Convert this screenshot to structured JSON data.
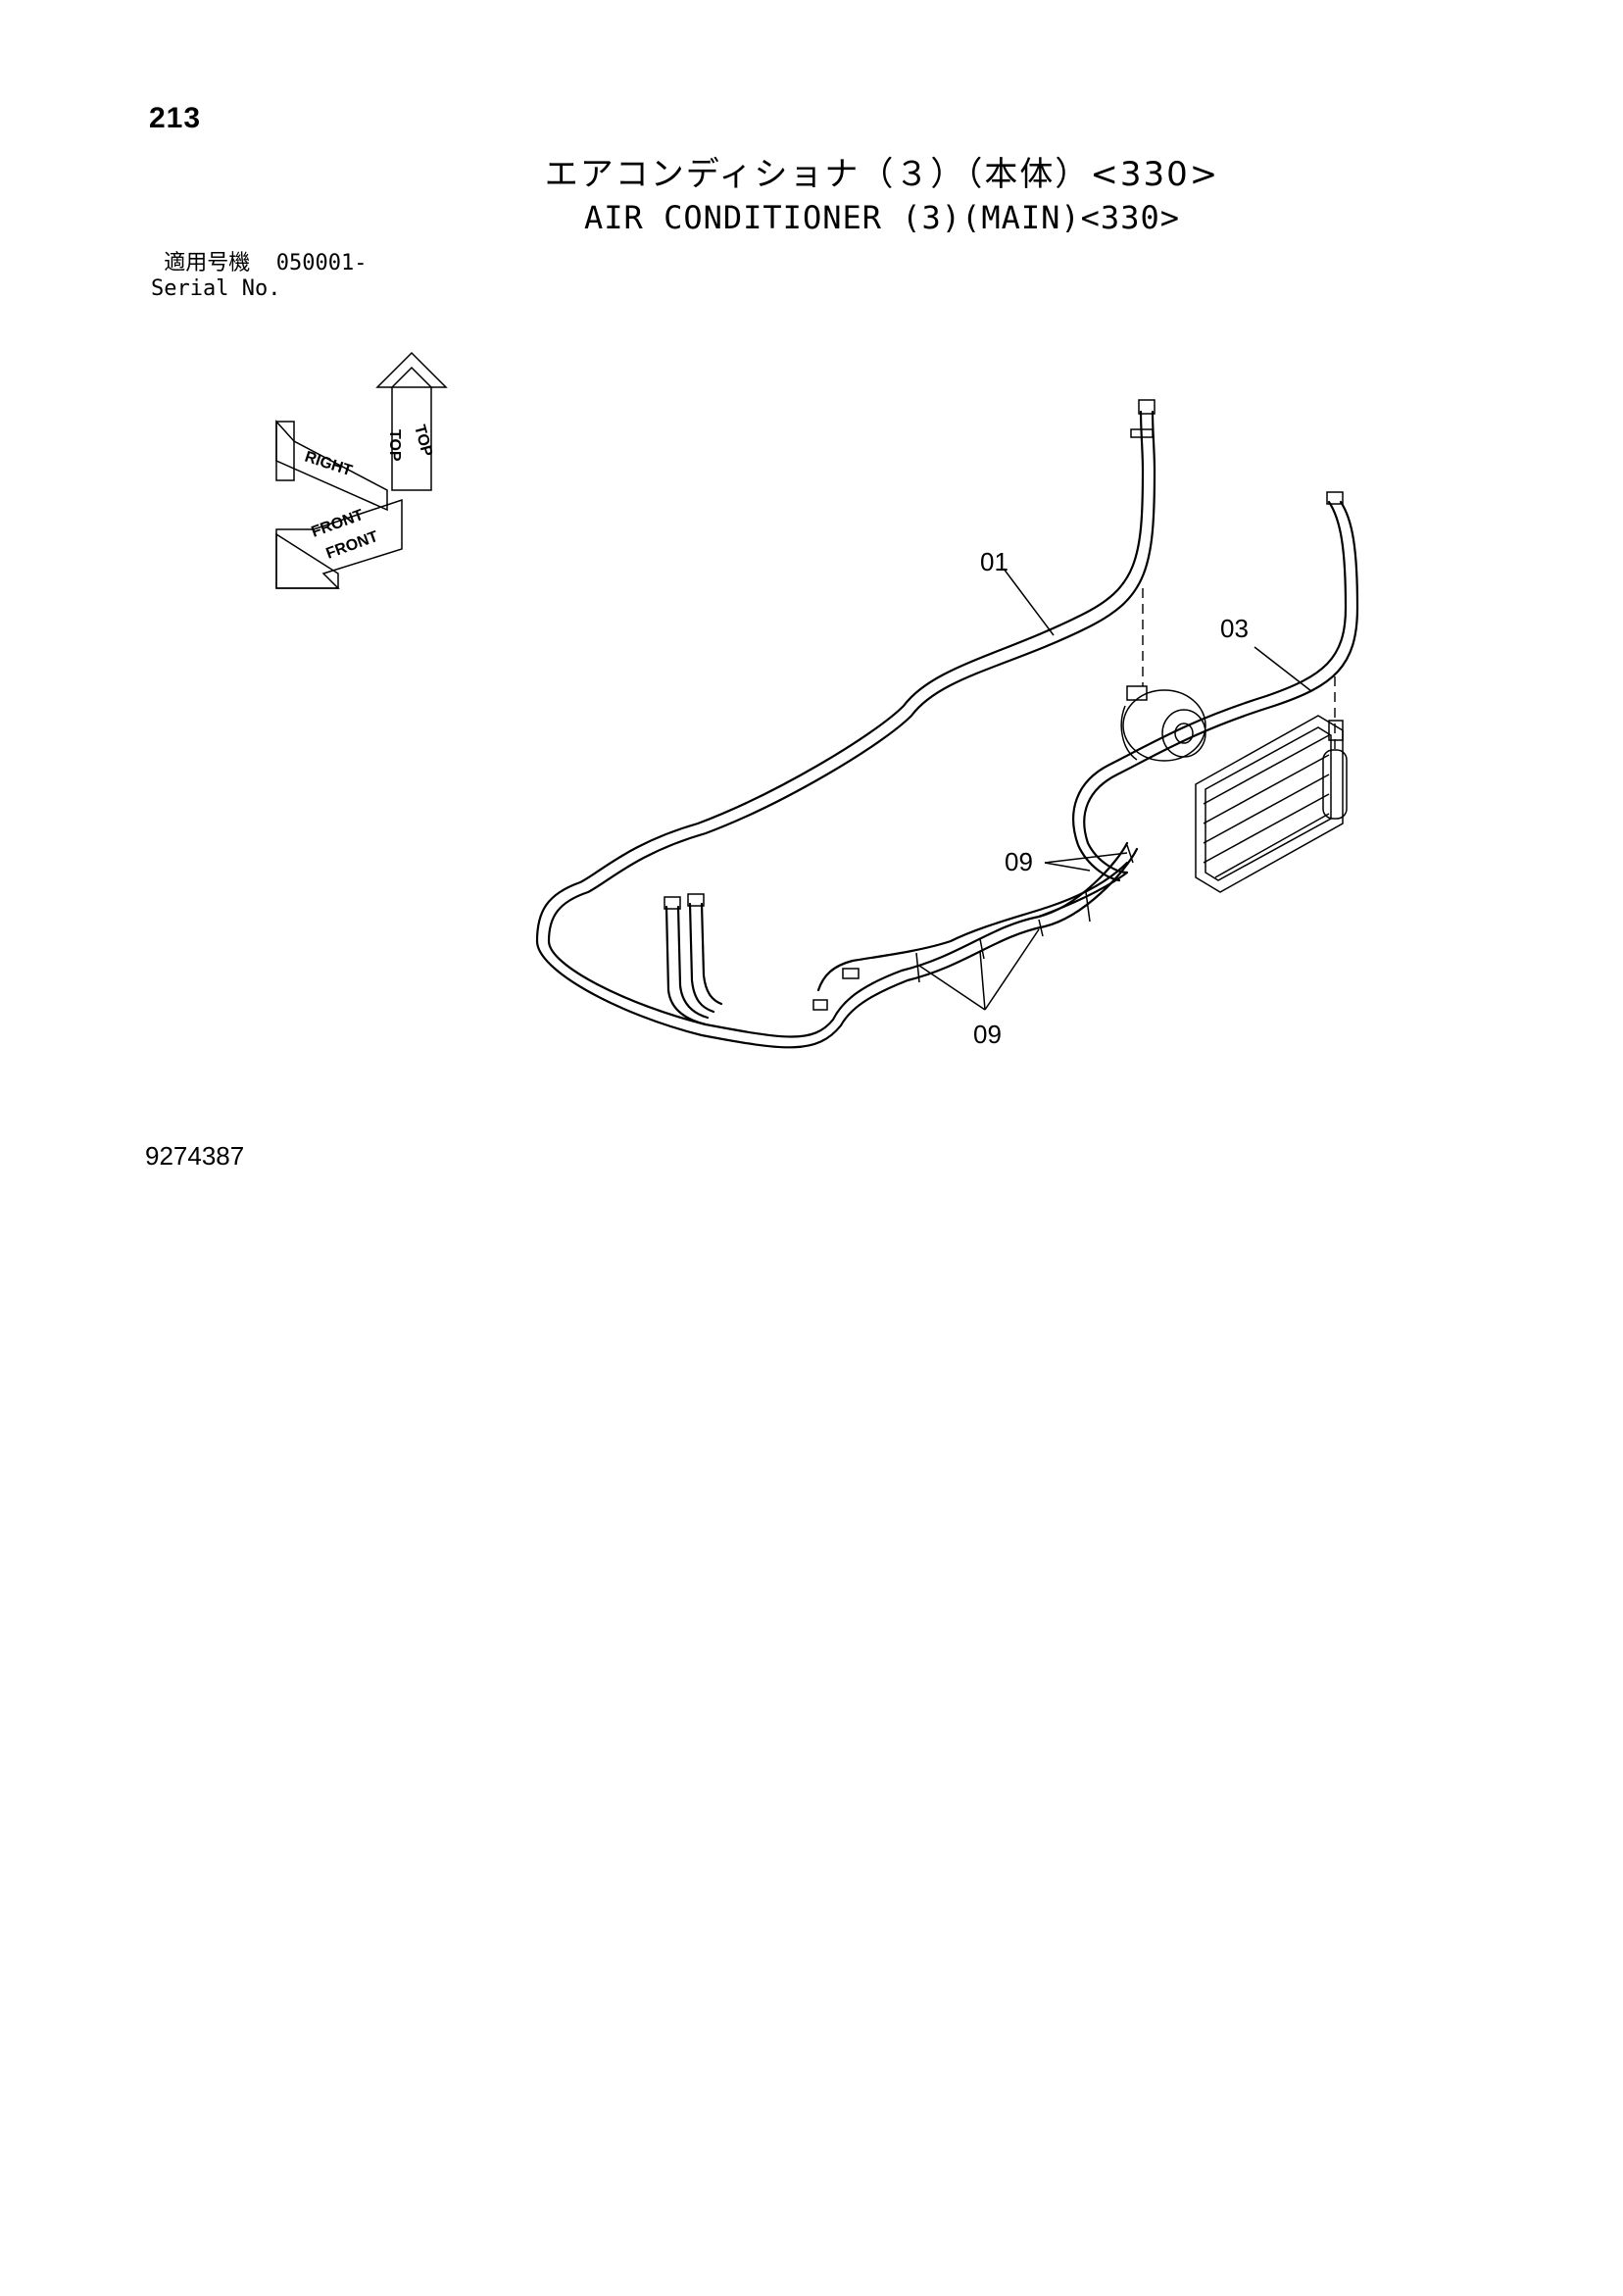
{
  "header": {
    "page_number": "213",
    "title_jp": "エアコンディショナ（３）（本体）<330>",
    "title_en": "AIR CONDITIONER (3)(MAIN)<330>",
    "serial_label_jp": "適用号機",
    "serial_value": "050001-",
    "serial_label_en": "Serial No."
  },
  "orientation": {
    "top": "TOP",
    "right": "RIGHT",
    "front": "FRONT"
  },
  "callouts": {
    "hose_01": "01",
    "hose_03": "03",
    "clamps_upper": "09",
    "clamps_lower": "09"
  },
  "footer": {
    "doc_number": "9274387"
  }
}
